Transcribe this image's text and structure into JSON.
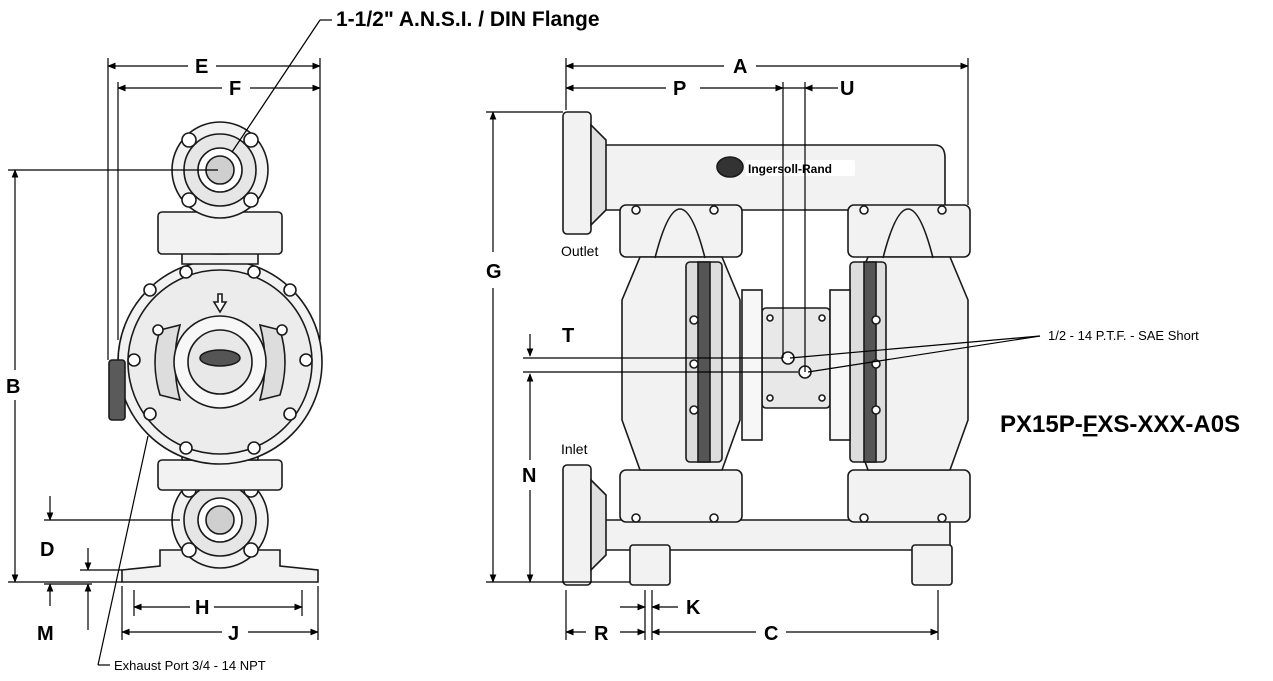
{
  "callouts": {
    "flange": "1-1/2\" A.N.S.I. / DIN Flange",
    "exhaust_port": "Exhaust Port 3/4 - 14 NPT",
    "air_inlet": "1/2 - 14 P.T.F. - SAE Short",
    "outlet": "Outlet",
    "inlet": "Inlet"
  },
  "model_number": {
    "prefix": "PX15P-",
    "underlined": "F",
    "suffix": "XS-XXX-A0S"
  },
  "brand_logo": "Ingersoll-Rand",
  "dimensions": {
    "A": "A",
    "B": "B",
    "C": "C",
    "D": "D",
    "E": "E",
    "F": "F",
    "G": "G",
    "H": "H",
    "J": "J",
    "K": "K",
    "M": "M",
    "N": "N",
    "P": "P",
    "R": "R",
    "T": "T",
    "U": "U"
  },
  "colors": {
    "line": "#1a1a1a",
    "body_fill": "#f2f2f2",
    "shade": "#d9d9d9",
    "dark": "#4a4a4a"
  }
}
